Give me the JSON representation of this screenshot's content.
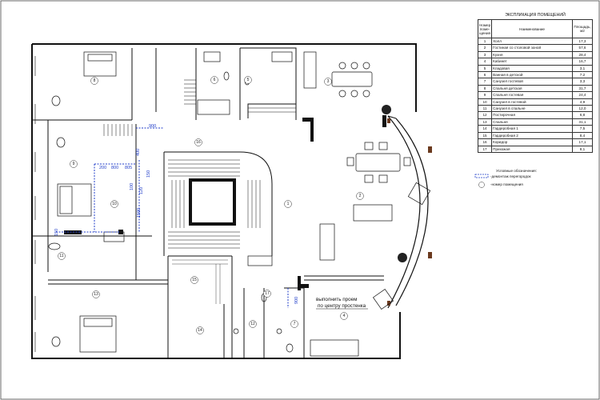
{
  "schedule": {
    "title": "ЭКСПЛИКАЦИЯ ПОМЕЩЕНИЙ",
    "headers": [
      "Номер поме-щения",
      "Наименование",
      "Площадь, м2"
    ],
    "rows": [
      [
        "1",
        "Холл",
        "17,3"
      ],
      [
        "2",
        "Гостиная со столовой зоной",
        "57,6"
      ],
      [
        "3",
        "Кухня",
        "28,4"
      ],
      [
        "4",
        "Кабинет",
        "16,7"
      ],
      [
        "5",
        "Кладовая",
        "3,1"
      ],
      [
        "6",
        "Ванная в детской",
        "7,2"
      ],
      [
        "7",
        "Санузел гостевой",
        "3,3"
      ],
      [
        "8",
        "Спальня детская",
        "31,7"
      ],
      [
        "9",
        "Спальня гостевая",
        "24,4"
      ],
      [
        "10",
        "Санузел в гостевой",
        "4,9"
      ],
      [
        "11",
        "Санузел в спальне",
        "12,0"
      ],
      [
        "12",
        "Постирочная",
        "6,8"
      ],
      [
        "13",
        "Спальня",
        "31,1"
      ],
      [
        "14",
        "Гардеробная 1",
        "7,5"
      ],
      [
        "15",
        "Гардеробная 2",
        "8,4"
      ],
      [
        "16",
        "Коридор",
        "17,1"
      ],
      [
        "17",
        "Прихожая",
        "8,1"
      ]
    ]
  },
  "legend": {
    "title": "Условные обозначения:",
    "items": [
      "-демонтаж перегородок",
      "-номер помещения"
    ]
  },
  "plan": {
    "note_lines": [
      "выполнить проем",
      "по центру простенка"
    ],
    "dimensions": [
      "900",
      "400",
      "200",
      "800",
      "805",
      "150",
      "100",
      "120",
      "1500",
      "900",
      "150"
    ],
    "room_labels": [
      "1",
      "2",
      "3",
      "4",
      "5",
      "6",
      "7",
      "8",
      "9",
      "10",
      "11",
      "12",
      "13",
      "14",
      "15",
      "16",
      "17"
    ]
  }
}
